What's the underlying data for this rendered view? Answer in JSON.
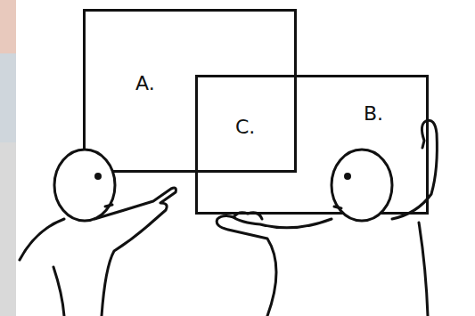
{
  "diagram": {
    "nodes": [
      {
        "text": [
          "A."
        ]
      },
      {
        "text": [
          "B."
        ]
      }
    ],
    "labels": [
      "C."
    ]
  }
}
